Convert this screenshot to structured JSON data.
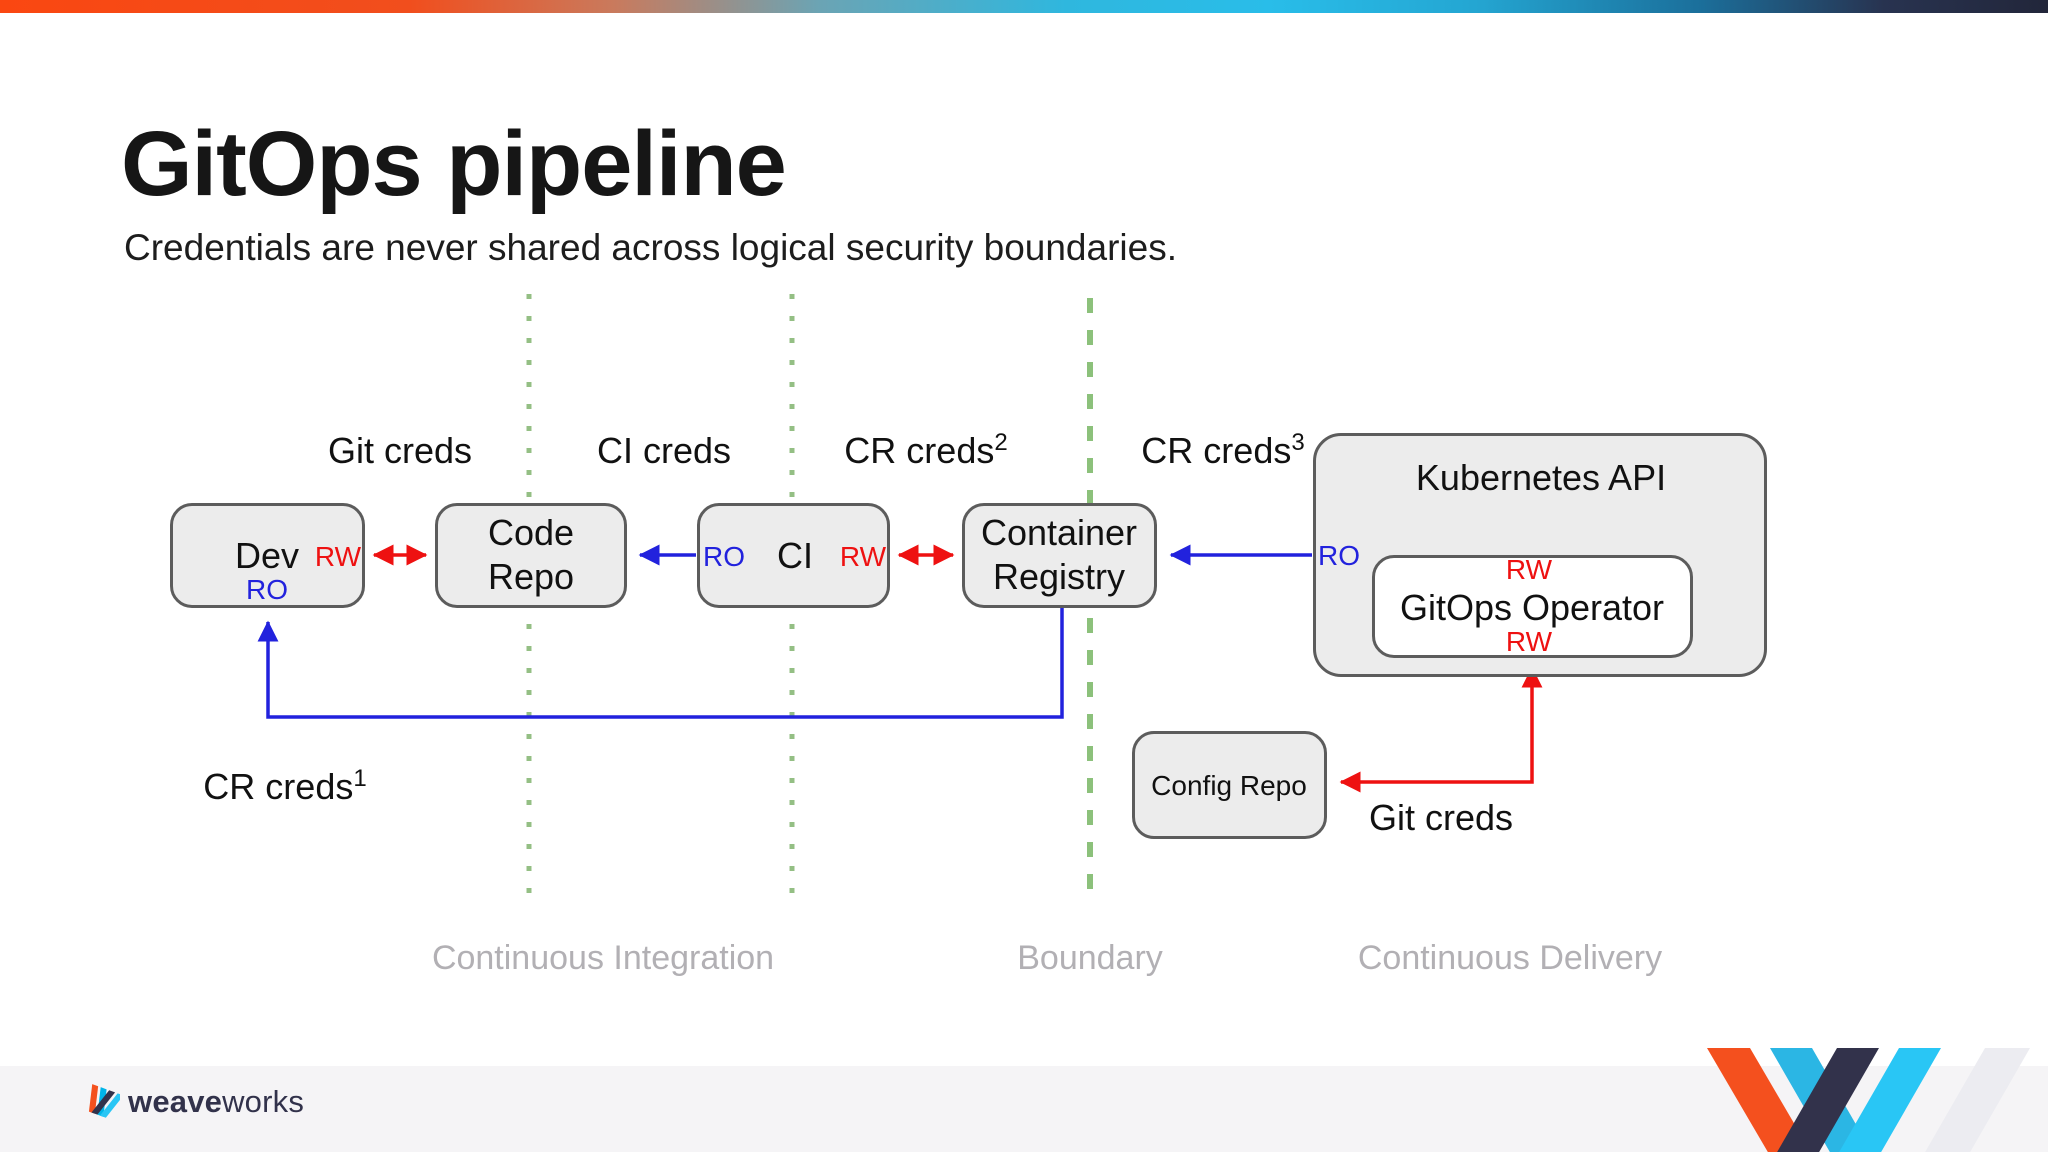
{
  "slide": {
    "title": "GitOps pipeline",
    "subtitle": "Credentials are never shared across logical security boundaries."
  },
  "cred_labels": {
    "git": {
      "text": "Git creds",
      "sup": ""
    },
    "ci": {
      "text": "CI creds",
      "sup": ""
    },
    "cr2": {
      "text": "CR creds",
      "sup": "2"
    },
    "cr3": {
      "text": "CR creds",
      "sup": "3"
    },
    "cr1": {
      "text": "CR creds",
      "sup": "1"
    },
    "git_bottom": "Git creds"
  },
  "boxes": {
    "dev": {
      "label": "Dev",
      "rw": "RW",
      "ro": "RO"
    },
    "code_repo": {
      "line1": "Code",
      "line2": "Repo"
    },
    "ci": {
      "label": "CI",
      "ro": "RO",
      "rw": "RW"
    },
    "container_registry": {
      "line1": "Container",
      "line2": "Registry"
    },
    "kubernetes": {
      "label": "Kubernetes API",
      "ro": "RO"
    },
    "gitops": {
      "label": "GitOps Operator",
      "rw_top": "RW",
      "rw_bottom": "RW"
    },
    "config_repo": {
      "label": "Config Repo"
    }
  },
  "zones": {
    "ci": "Continuous Integration",
    "boundary": "Boundary",
    "cd": "Continuous Delivery"
  },
  "footer": {
    "brand_bold": "weave",
    "brand_regular": "works"
  },
  "colors": {
    "arrow_red": "#ee1111",
    "arrow_blue": "#2222dd",
    "boundary_green": "#8cc17b",
    "dotted_green": "#94bf84",
    "brand_navy": "#32324b",
    "brand_cyan": "#00b4e8",
    "brand_orange": "#f4511e"
  }
}
